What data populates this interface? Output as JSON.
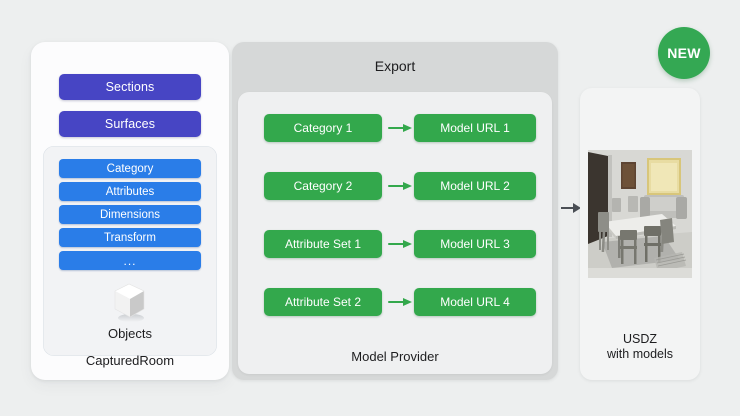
{
  "background_color": "#edefef",
  "badge": {
    "label": "NEW",
    "color": "#34a853"
  },
  "captured_room": {
    "caption": "CapturedRoom",
    "purple_color": "#4745c4",
    "sections": [
      {
        "label": "Sections"
      },
      {
        "label": "Surfaces"
      }
    ],
    "objects_card": {
      "blue_color": "#2a7de8",
      "attributes": [
        {
          "label": "Category"
        },
        {
          "label": "Attributes"
        },
        {
          "label": "Dimensions"
        },
        {
          "label": "Transform"
        },
        {
          "label": "..."
        }
      ],
      "icon": "cube-icon",
      "label": "Objects"
    }
  },
  "export": {
    "title": "Export",
    "header_color": "#d6d8d8",
    "provider": {
      "caption": "Model Provider",
      "green_color": "#33a84c",
      "mappings": [
        {
          "source": "Category 1",
          "target": "Model URL 1"
        },
        {
          "source": "Category 2",
          "target": "Model URL 2"
        },
        {
          "source": "Attribute Set 1",
          "target": "Model URL 3"
        },
        {
          "source": "Attribute Set 2",
          "target": "Model URL 4"
        }
      ]
    }
  },
  "output": {
    "caption_line1": "USDZ",
    "caption_line2": "with models",
    "preview": "room-3d-render"
  },
  "flow_arrow": {
    "name": "provider-to-usdz-arrow",
    "color": "#4a4f55"
  }
}
